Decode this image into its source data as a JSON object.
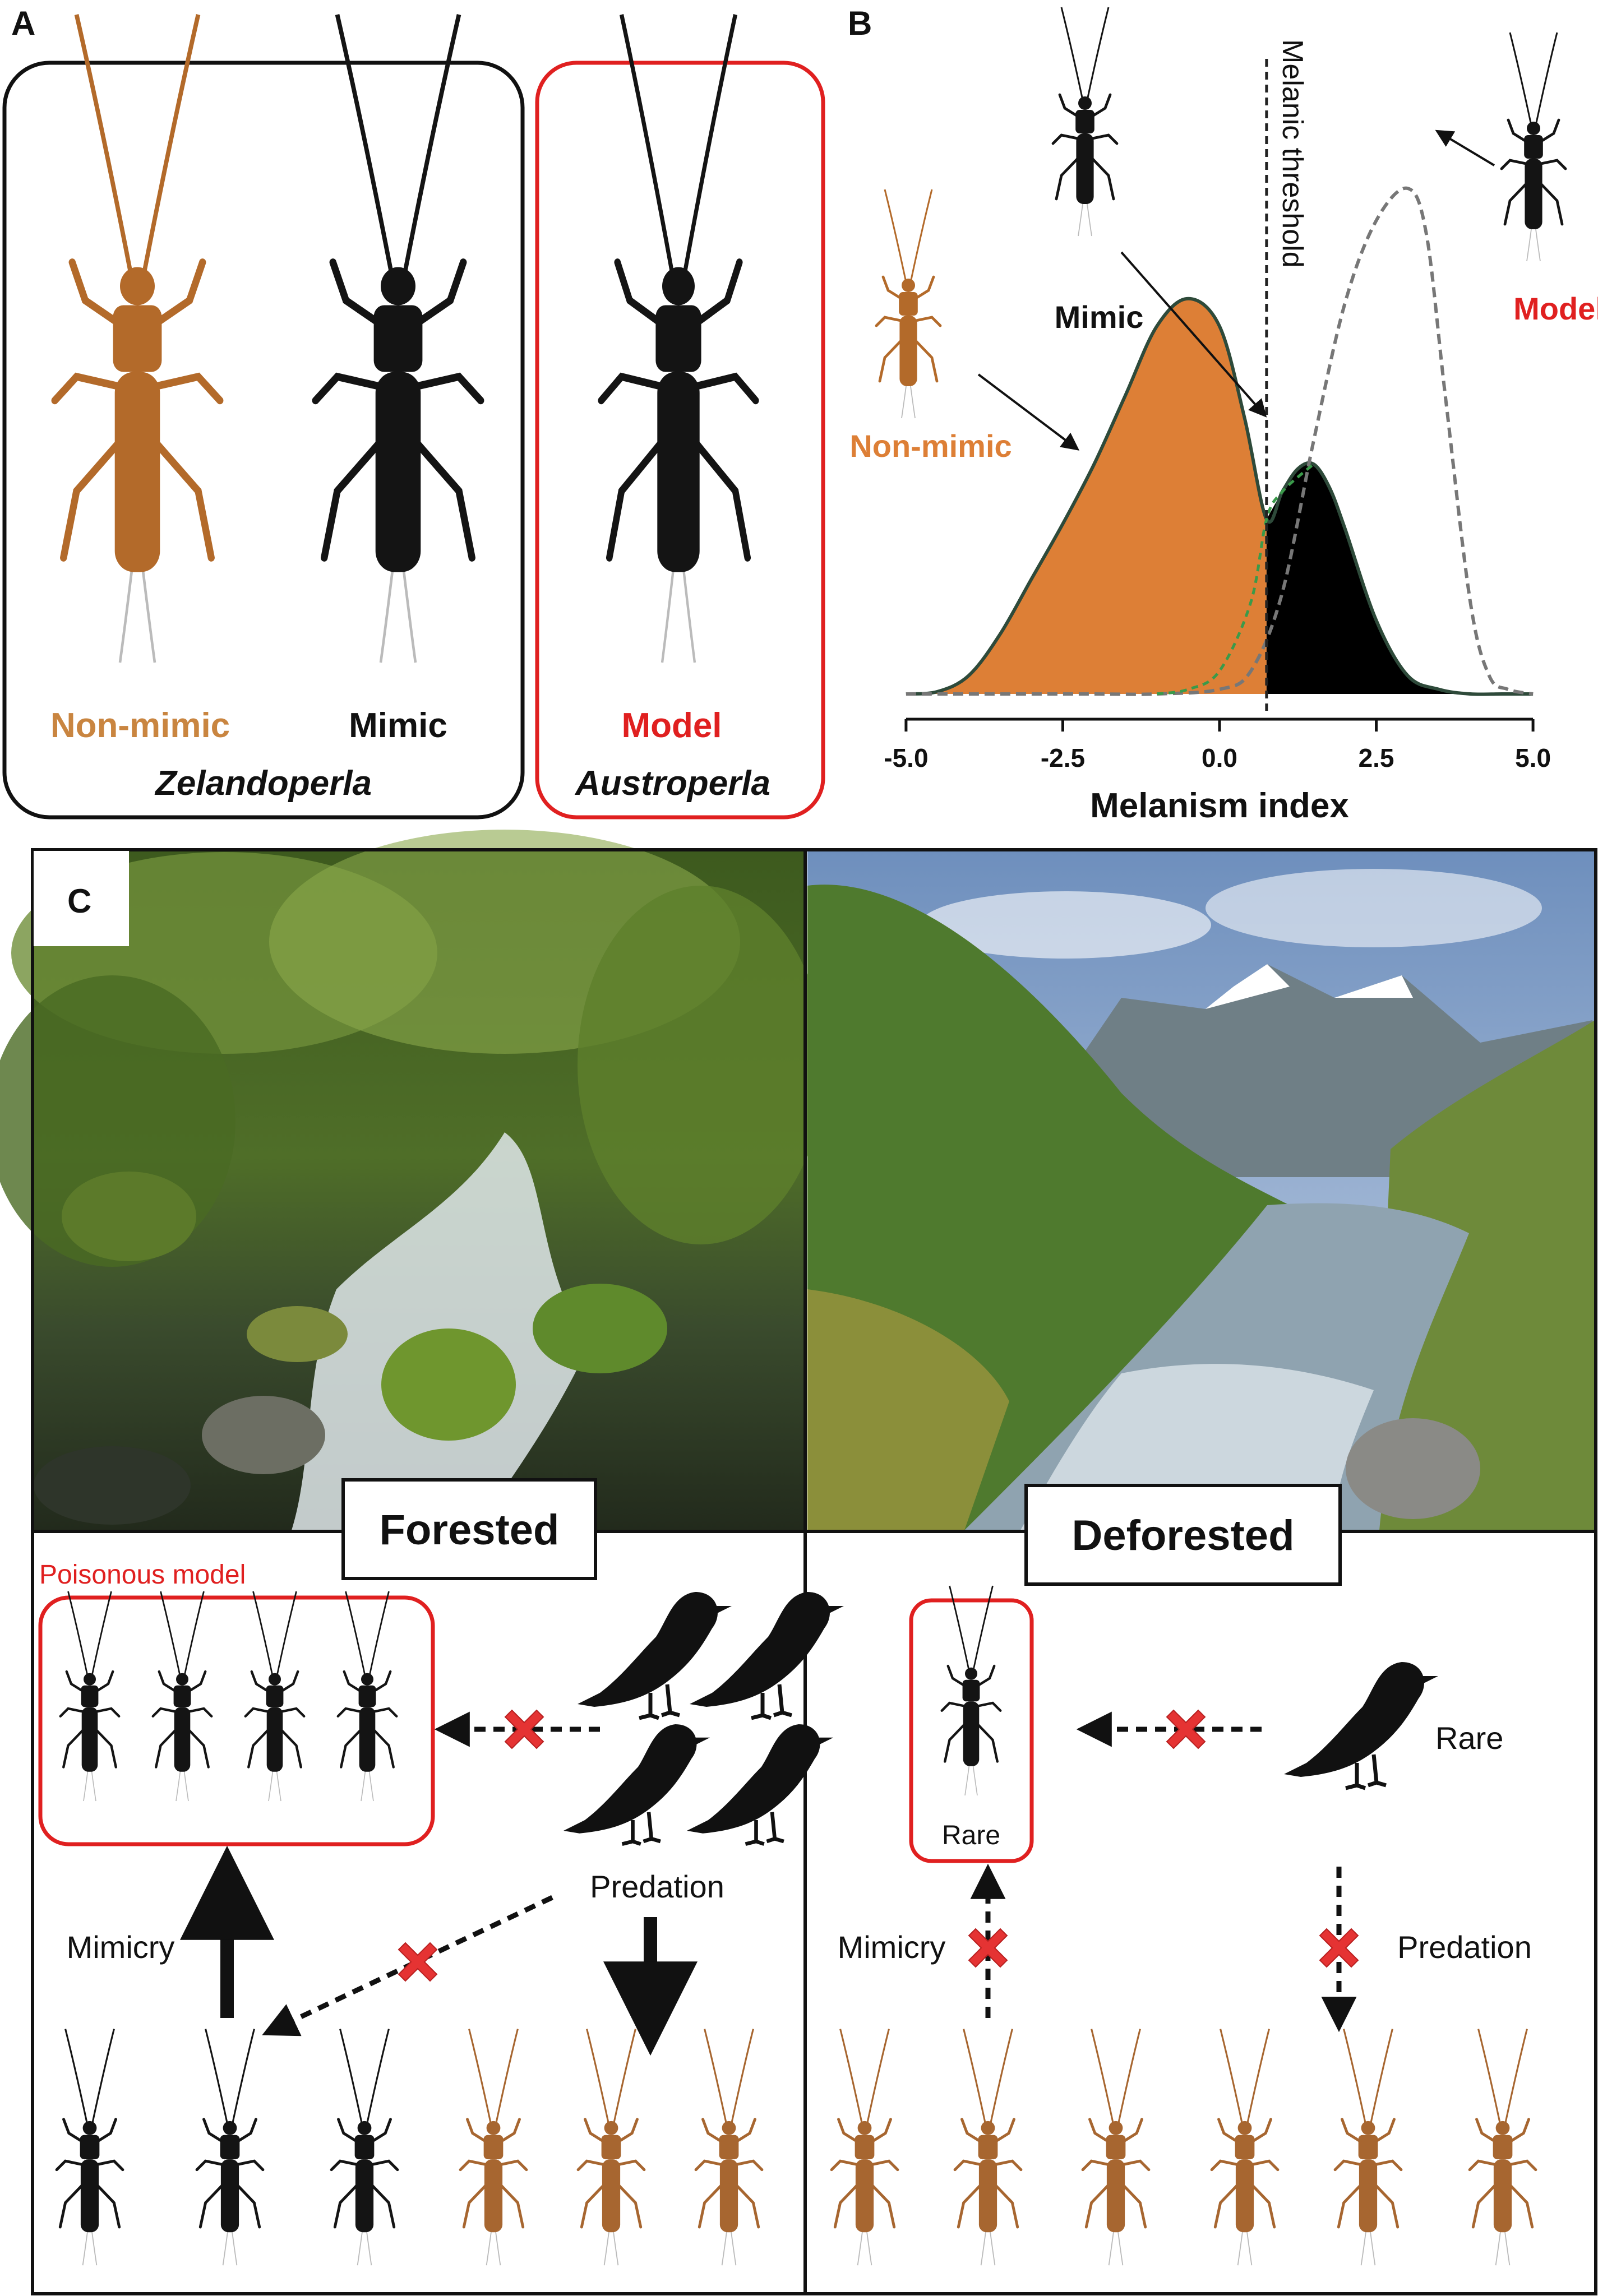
{
  "panel_a": {
    "letter": "A",
    "nonmimic_label": "Non-mimic",
    "mimic_label": "Mimic",
    "genus_zel": "Zelandoperla",
    "model_label": "Model",
    "genus_aus": "Austroperla"
  },
  "panel_b": {
    "letter": "B",
    "threshold_label": "Melanic threshold",
    "mimic_label": "Mimic",
    "model_label": "Model",
    "nonmimic_label": "Non-mimic"
  },
  "chart_data": {
    "type": "area",
    "xlabel": "Melanism index",
    "ylabel": "",
    "xlim": [
      -5.5,
      5.5
    ],
    "xticks": [
      -5.0,
      -2.5,
      0.0,
      2.5,
      5.0
    ],
    "xtick_labels": [
      "-5.0",
      "-2.5",
      "0.0",
      "2.5",
      "5.0"
    ],
    "threshold": 0.75,
    "grid": false,
    "series": [
      {
        "role": "zelandoperla",
        "style": "filled, split at threshold",
        "x": [
          -5.0,
          -4.5,
          -4.0,
          -3.5,
          -3.0,
          -2.5,
          -2.0,
          -1.5,
          -1.0,
          -0.5,
          0.0,
          0.4,
          0.75,
          1.0,
          1.25,
          1.5,
          1.75,
          2.0,
          2.5,
          3.0,
          3.5,
          4.0,
          4.5,
          5.0
        ],
        "y": [
          0.0,
          0.005,
          0.04,
          0.13,
          0.25,
          0.37,
          0.5,
          0.65,
          0.8,
          0.86,
          0.8,
          0.6,
          0.38,
          0.44,
          0.49,
          0.5,
          0.45,
          0.36,
          0.16,
          0.04,
          0.01,
          0.0,
          0.0,
          0.0
        ]
      },
      {
        "role": "austroperla",
        "style": "dashed",
        "x": [
          -5.0,
          -4.0,
          -3.0,
          -2.0,
          -1.0,
          0.0,
          0.5,
          1.0,
          1.5,
          2.0,
          2.5,
          3.0,
          3.3,
          3.6,
          4.0,
          4.3,
          4.6,
          5.0
        ],
        "y": [
          0.0,
          0.0,
          0.0,
          0.0,
          0.0,
          0.01,
          0.05,
          0.22,
          0.55,
          0.85,
          1.03,
          1.1,
          1.0,
          0.65,
          0.2,
          0.04,
          0.01,
          0.0
        ]
      },
      {
        "role": "mimic component",
        "style": "green dashed",
        "x": [
          -1.0,
          -0.5,
          0.0,
          0.5,
          0.75,
          1.0,
          1.5
        ],
        "y": [
          0.0,
          0.01,
          0.05,
          0.2,
          0.38,
          0.44,
          0.5
        ]
      }
    ],
    "colors": {
      "nonmimic": "#dd7f36",
      "mimic": "#000000",
      "model": "#e02020",
      "outline": "#2e4a3a"
    }
  },
  "panel_c": {
    "letter": "C",
    "forested_label": "Forested",
    "deforested_label": "Deforested",
    "poisonous_model_label": "Poisonous model",
    "predation_label": "Predation",
    "mimicry_label": "Mimicry",
    "rare_model_label": "Rare",
    "rare_bird_label": "Rare",
    "mimicry_label_right": "Mimicry",
    "predation_label_right": "Predation"
  },
  "icons": [
    "stonefly-icon",
    "bird-icon",
    "red-x-icon",
    "arrow-icon"
  ]
}
